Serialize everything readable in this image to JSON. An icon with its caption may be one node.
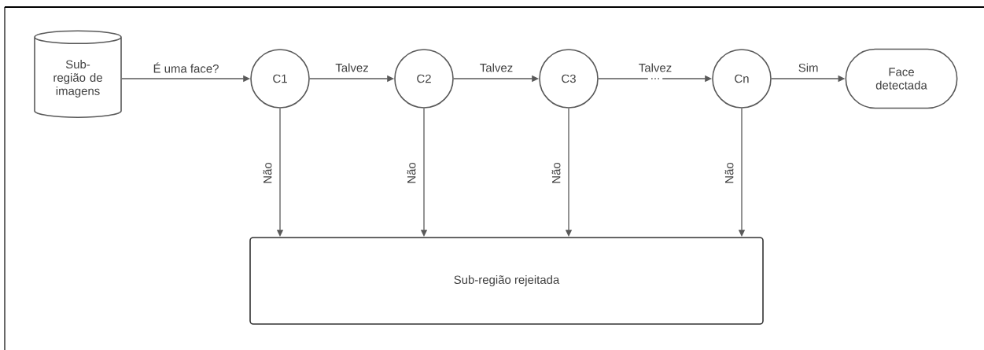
{
  "diagram": {
    "nodes": [
      {
        "text": [
          "Sub-região de imagens"
        ]
      },
      {
        "text": [
          "C1"
        ]
      },
      {
        "text": [
          "C2"
        ]
      },
      {
        "text": [
          "C3"
        ]
      },
      {
        "text": [
          "Cn"
        ]
      },
      {
        "text": [
          "Face detectada"
        ]
      },
      {
        "text": [
          "Sub-região rejeitada"
        ]
      }
    ],
    "edges": [
      {
        "from": 0,
        "to": 1,
        "arrow": "to",
        "label": "É uma face?"
      },
      {
        "from": 1,
        "to": 2,
        "arrow": "to",
        "label": "Talvez"
      },
      {
        "from": 2,
        "to": 3,
        "arrow": "to",
        "label": "Talvez"
      },
      {
        "from": 3,
        "to": 4,
        "arrow": "to",
        "label": "Talvez"
      },
      {
        "from": 4,
        "to": 5,
        "arrow": "to",
        "label": "Sim"
      },
      {
        "from": 1,
        "to": 6,
        "arrow": "to",
        "label": "Não"
      },
      {
        "from": 2,
        "to": 6,
        "arrow": "to",
        "label": "Não"
      },
      {
        "from": 3,
        "to": 6,
        "arrow": "to",
        "label": "Não"
      },
      {
        "from": 4,
        "to": 6,
        "arrow": "to",
        "label": "Não"
      }
    ],
    "labels": [
      "..."
    ]
  }
}
